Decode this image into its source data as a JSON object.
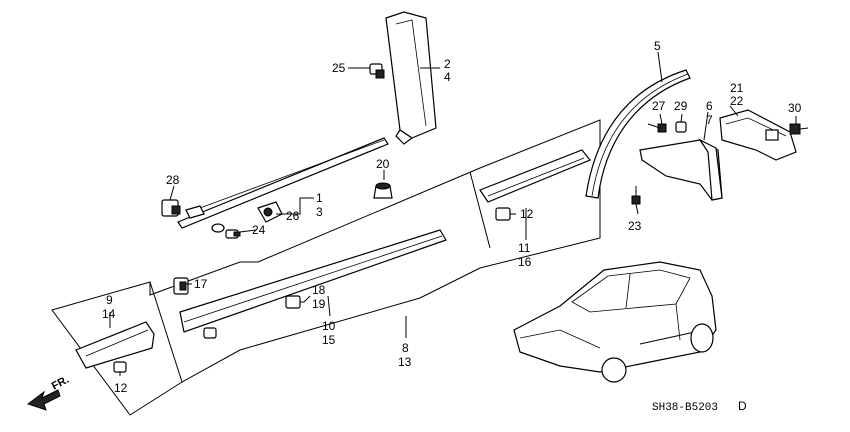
{
  "callouts": {
    "c1": "1",
    "c2": "2",
    "c3": "3",
    "c4": "4",
    "c5": "5",
    "c6": "6",
    "c7": "7",
    "c8": "8",
    "c9": "9",
    "c10": "10",
    "c11": "11",
    "c12a": "12",
    "c12b": "12",
    "c13": "13",
    "c14": "14",
    "c15": "15",
    "c16": "16",
    "c17": "17",
    "c18": "18",
    "c19": "19",
    "c20": "20",
    "c21": "21",
    "c22": "22",
    "c23": "23",
    "c24": "24",
    "c25": "25",
    "c26": "26",
    "c27": "27",
    "c28": "28",
    "c29": "29",
    "c30": "30"
  },
  "direction_label": "FR.",
  "diagram_code": "SH38-B5203",
  "diagram_revision": "D"
}
